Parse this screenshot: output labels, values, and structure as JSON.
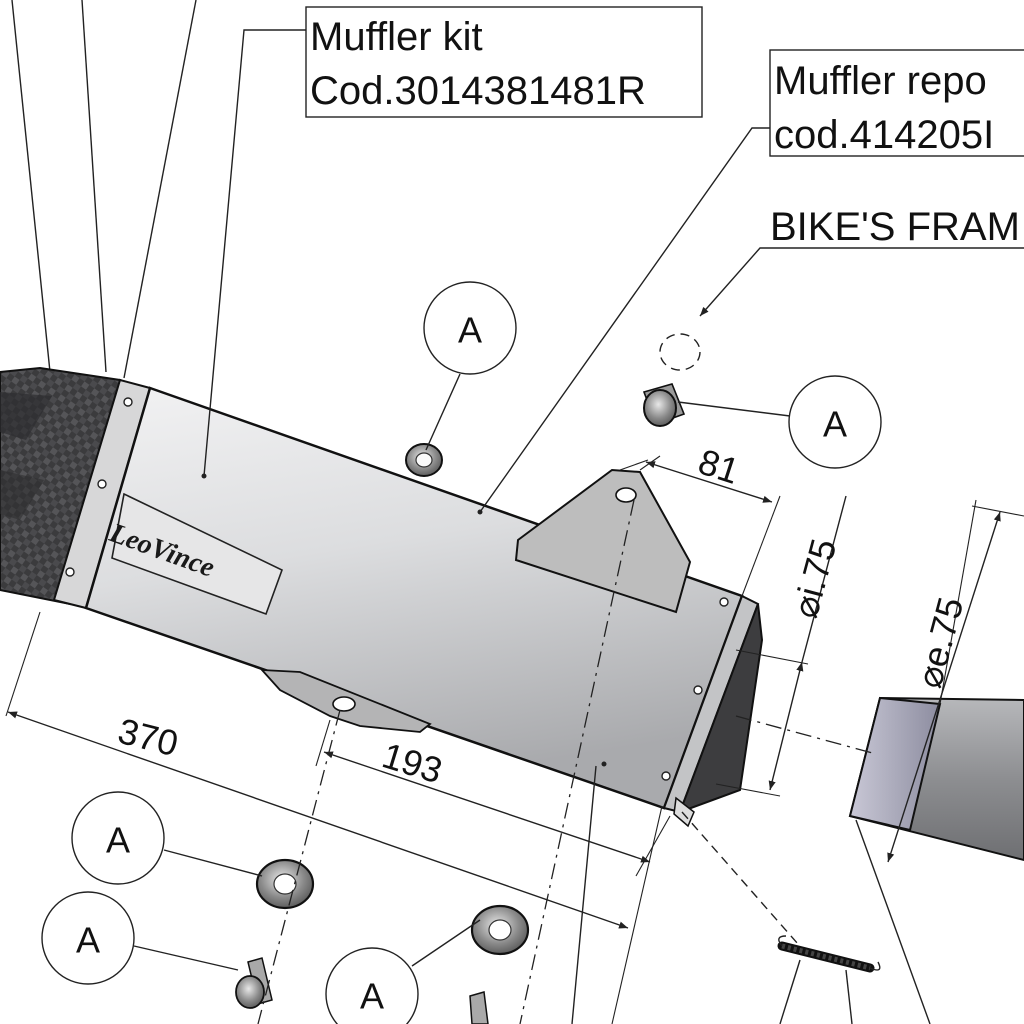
{
  "callouts": {
    "muffler_kit": {
      "line1": "Muffler kit",
      "line2": "Cod.3014381481R"
    },
    "muffler_replacement": {
      "line1": "Muffler repo",
      "line2": "cod.414205I"
    },
    "bikes_frame": "BIKE'S FRAM"
  },
  "bubble_label": "A",
  "dimensions": {
    "d81": "81",
    "d370": "370",
    "d193": "193",
    "dia_inner": "⌀i.75",
    "dia_outer": "⌀e.75"
  },
  "logo_text": "LeoVince",
  "colors": {
    "muffler_body": "#d9dadb",
    "carbon_cap": "#3a3a3a",
    "pipe": "#8e8f92",
    "bracket": "#bdbdbd"
  }
}
